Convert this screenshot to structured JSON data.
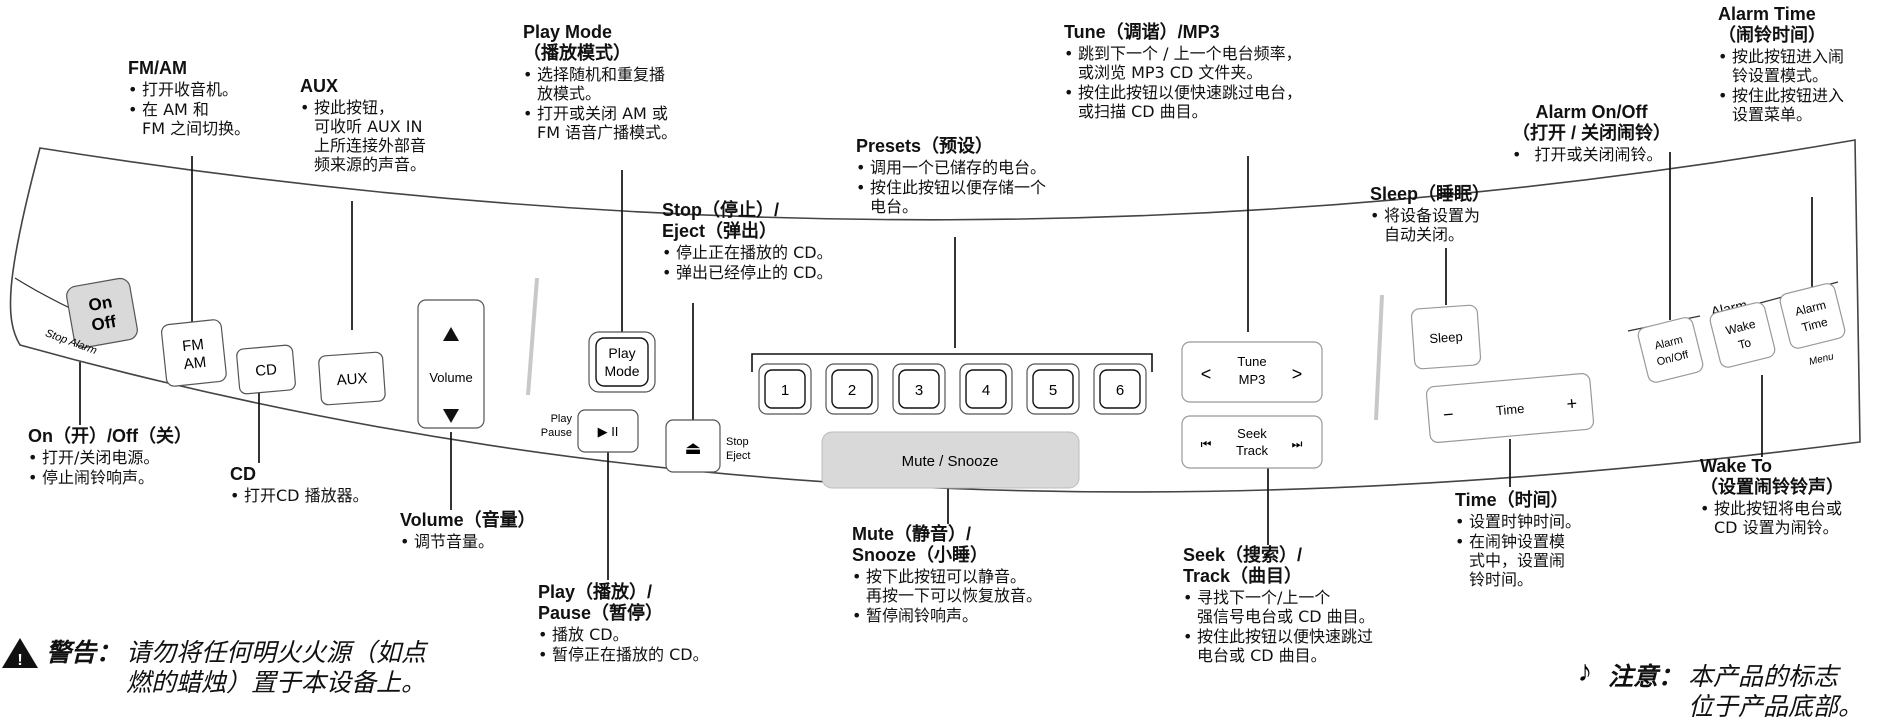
{
  "panel": {
    "on_off_button": [
      "On",
      "Off"
    ],
    "stop_alarm_label": "Stop Alarm",
    "fm_am_button": [
      "FM",
      "AM"
    ],
    "cd_button": "CD",
    "aux_button": "AUX",
    "volume_label": "Volume",
    "play_mode_button": [
      "Play",
      "Mode"
    ],
    "play_pause_label": [
      "Play",
      "Pause"
    ],
    "play_pause_symbol": "▶ II",
    "stop_eject_label": [
      "Stop",
      "Eject"
    ],
    "eject_symbol": "⏏",
    "presets": [
      "1",
      "2",
      "3",
      "4",
      "5",
      "6"
    ],
    "mute_snooze_button": "Mute / Snooze",
    "tune_button": [
      "Tune",
      "MP3"
    ],
    "seek_button": [
      "Seek",
      "Track"
    ],
    "sleep_button": "Sleep",
    "time_button": "Time",
    "alarm_group_label": "Alarm",
    "alarm_onoff_button": [
      "Alarm",
      "On/Off"
    ],
    "wake_to_button": [
      "Wake",
      "To"
    ],
    "alarm_time_button": [
      "Alarm",
      "Time"
    ],
    "menu_label": "Menu"
  },
  "callouts": {
    "on_off": {
      "title": "On（开）/Off（关）",
      "bullets": [
        "打开/关闭电源。",
        "停止闹铃响声。"
      ]
    },
    "fm_am": {
      "title": "FM/AM",
      "bullets": [
        "打开收音机。",
        "在 AM 和\nFM 之间切换。"
      ]
    },
    "cd": {
      "title": "CD",
      "bullets": [
        "打开CD 播放器。"
      ]
    },
    "aux": {
      "title": "AUX",
      "bullets": [
        "按此按钮，\n可收听 AUX IN\n上所连接外部音\n频来源的声音。"
      ]
    },
    "volume": {
      "title": "Volume（音量）",
      "bullets": [
        "调节音量。"
      ]
    },
    "play_mode": {
      "title": "Play Mode\n（播放模式）",
      "bullets": [
        "选择随机和重复播\n放模式。",
        "打开或关闭 AM 或\nFM 语音广播模式。"
      ]
    },
    "play_pause": {
      "title": "Play（播放）/\nPause（暂停）",
      "bullets": [
        "播放 CD。",
        "暂停正在播放的 CD。"
      ]
    },
    "stop_eject": {
      "title": "Stop（停止）/\nEject（弹出）",
      "bullets": [
        "停止正在播放的 CD。",
        "弹出已经停止的 CD。"
      ]
    },
    "presets": {
      "title": "Presets（预设）",
      "bullets": [
        "调用一个已储存的电台。",
        "按住此按钮以便存储一个\n电台。"
      ]
    },
    "mute_snooze": {
      "title": "Mute（静音）/\nSnooze（小睡）",
      "bullets": [
        "按下此按钮可以静音。\n再按一下可以恢复放音。",
        "暂停闹铃响声。"
      ]
    },
    "tune": {
      "title": "Tune（调谐）/MP3",
      "bullets": [
        "跳到下一个 / 上一个电台频率，\n或浏览 MP3 CD 文件夹。",
        "按住此按钮以便快速跳过电台，\n或扫描 CD 曲目。"
      ]
    },
    "seek": {
      "title": "Seek（搜索）/\nTrack（曲目）",
      "bullets": [
        "寻找下一个/上一个\n强信号电台或 CD 曲目。",
        "按住此按钮以便快速跳过\n电台或 CD 曲目。"
      ]
    },
    "sleep": {
      "title": "Sleep（睡眠）",
      "bullets": [
        "将设备设置为\n自动关闭。"
      ]
    },
    "time": {
      "title": "Time（时间）",
      "bullets": [
        "设置时钟时间。",
        "在闹钟设置模\n式中，设置闹\n铃时间。"
      ]
    },
    "alarm_onoff": {
      "title": "Alarm On/Off\n（打开 / 关闭闹铃）",
      "bullets": [
        "打开或关闭闹铃。"
      ]
    },
    "alarm_time": {
      "title": "Alarm Time\n（闹铃时间）",
      "bullets": [
        "按此按钮进入闹\n铃设置模式。",
        "按住此按钮进入\n设置菜单。"
      ]
    },
    "wake_to": {
      "title": "Wake To\n（设置闹铃铃声）",
      "bullets": [
        "按此按钮将电台或\nCD 设置为闹铃。"
      ]
    }
  },
  "warning": {
    "label": "警告：",
    "text": "请勿将任何明火火源（如点\n燃的蜡烛）置于本设备上。"
  },
  "note": {
    "label": "注意：",
    "text": "本产品的标志\n位于产品底部。"
  }
}
